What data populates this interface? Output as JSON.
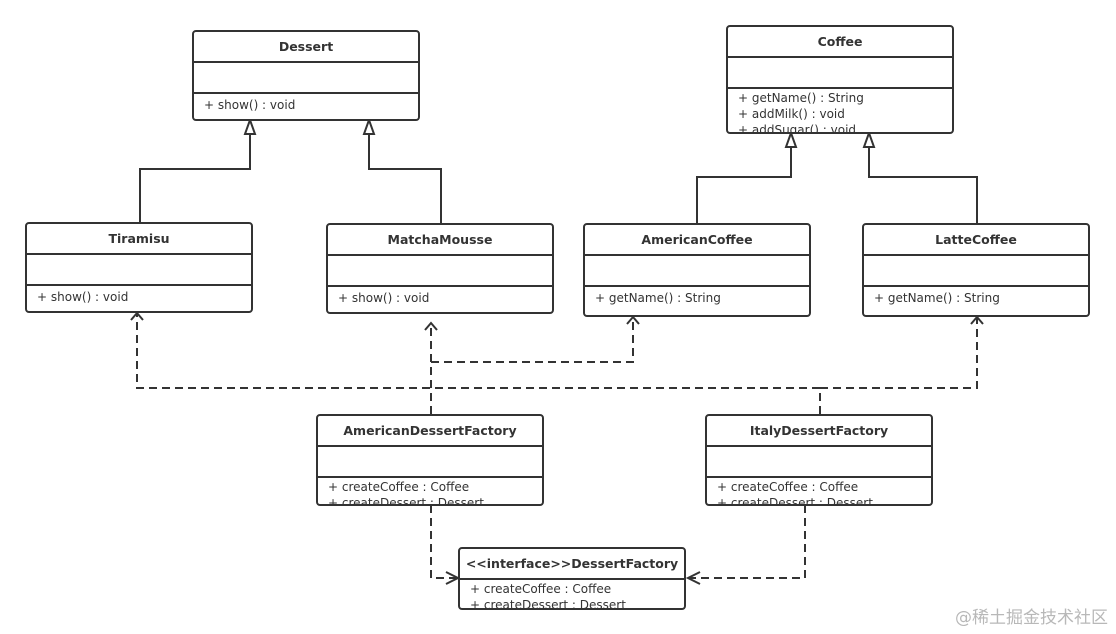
{
  "classes": {
    "dessert": {
      "name": "Dessert",
      "ops": [
        "+ show() : void"
      ]
    },
    "coffee": {
      "name": "Coffee",
      "ops": [
        "+ getName() : String",
        "+ addMilk() : void",
        "+ addSugar() : void"
      ]
    },
    "tiramisu": {
      "name": "Tiramisu",
      "ops": [
        "+ show() : void"
      ]
    },
    "matcha": {
      "name": "MatchaMousse",
      "ops": [
        "+ show() : void"
      ]
    },
    "american_coffee": {
      "name": "AmericanCoffee",
      "ops": [
        "+ getName() : String"
      ]
    },
    "latte": {
      "name": "LatteCoffee",
      "ops": [
        "+ getName() : String"
      ]
    },
    "american_factory": {
      "name": "AmericanDessertFactory",
      "ops": [
        "+ createCoffee : Coffee",
        "+ createDessert : Dessert"
      ]
    },
    "italy_factory": {
      "name": "ItalyDessertFactory",
      "ops": [
        "+ createCoffee : Coffee",
        "+ createDessert : Dessert"
      ]
    },
    "dessert_factory": {
      "name": "<<interface>>DessertFactory",
      "ops": [
        "+ createCoffee : Coffee",
        "+ createDessert : Dessert"
      ]
    }
  },
  "watermark": "@稀土掘金技术社区",
  "colors": {
    "line": "#333333",
    "watermark": "#b8b8b8"
  }
}
